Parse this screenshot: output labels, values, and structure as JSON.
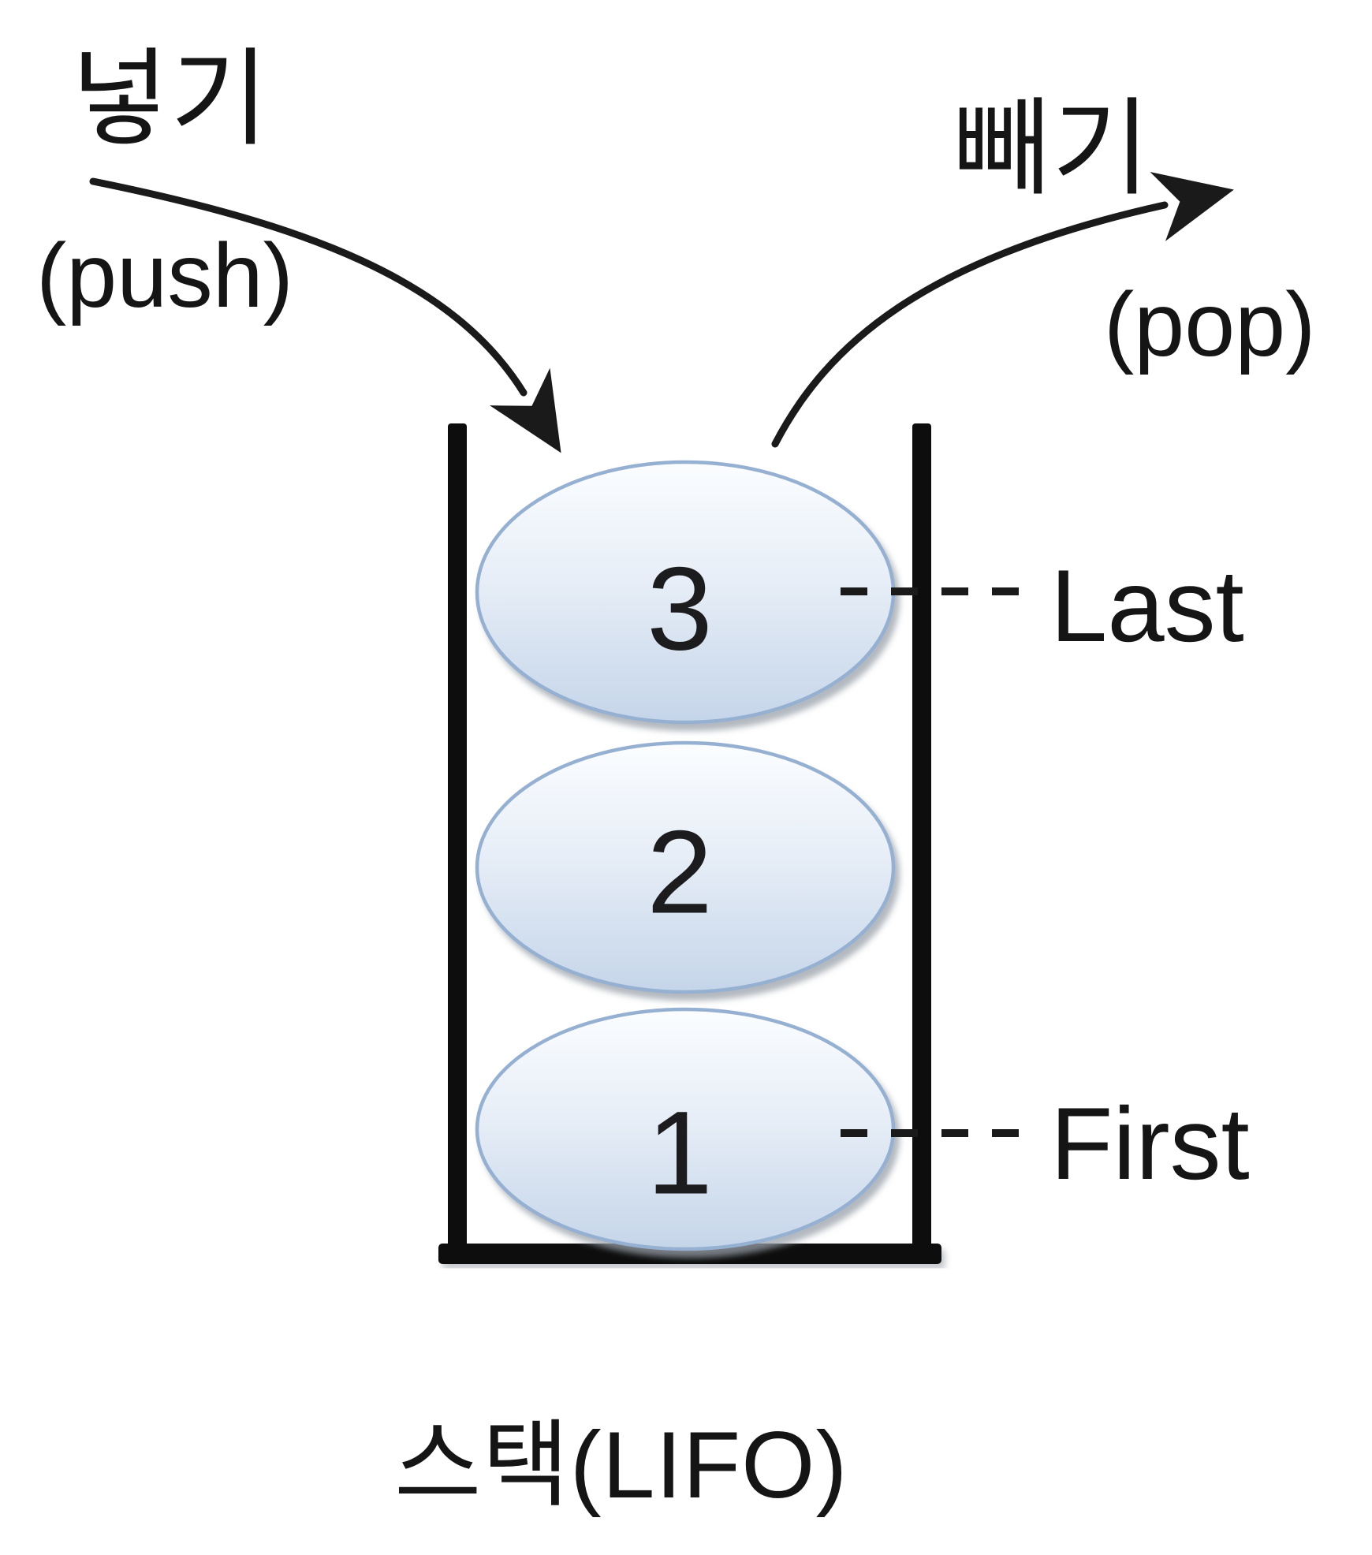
{
  "diagram_type": "stack-lifo-diagram",
  "labels": {
    "push_korean": "넣기",
    "push_english": "(push)",
    "pop_korean": "빼기",
    "pop_english": "(pop)",
    "last": "Last",
    "first": "First",
    "caption": "스택(LIFO)"
  },
  "stack": {
    "order": "LIFO",
    "items": [
      {
        "value": "3",
        "pointer": "Last"
      },
      {
        "value": "2",
        "pointer": ""
      },
      {
        "value": "1",
        "pointer": "First"
      }
    ]
  },
  "colors": {
    "ellipse_fill_top": "#fbfdff",
    "ellipse_fill_mid": "#e7eef7",
    "ellipse_fill_bottom": "#c5d5e9",
    "ellipse_border": "#96b0d2",
    "container_stroke": "#0d0d0d",
    "arrow": "#1a1a1a",
    "text": "#151515",
    "shadow": "#99a1aa"
  }
}
